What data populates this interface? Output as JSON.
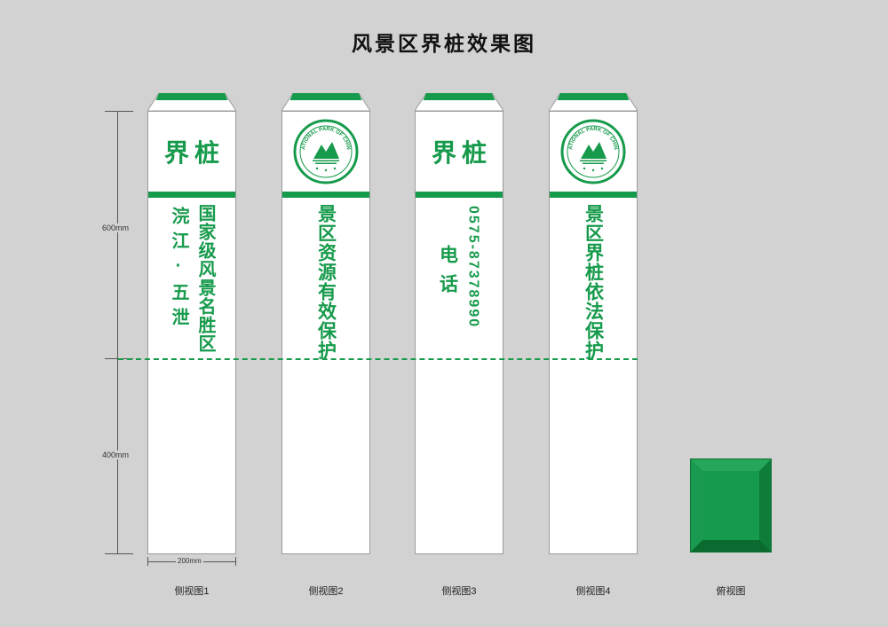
{
  "page": {
    "title": "风景区界桩效果图"
  },
  "colors": {
    "green": "#169a4b",
    "background": "#d2d2d2",
    "post_face": "#ffffff"
  },
  "dims": {
    "upper": "600mm",
    "lower": "400mm",
    "width": "200mm"
  },
  "posts": [
    {
      "header": "界桩",
      "col_right": "国家级风景名胜区",
      "col_left": "浣江·五泄",
      "label": "侧视图1"
    },
    {
      "body": "景区资源有效保护",
      "label": "侧视图2"
    },
    {
      "header": "界桩",
      "col_right": "0575-87378990",
      "col_left": "电话",
      "label": "侧视图3"
    },
    {
      "body": "景区界桩依法保护",
      "label": "侧视图4"
    }
  ],
  "top_view": {
    "label": "俯视图"
  },
  "logo": {
    "arc_text": "NATIONAL PARK OF CHINA"
  }
}
